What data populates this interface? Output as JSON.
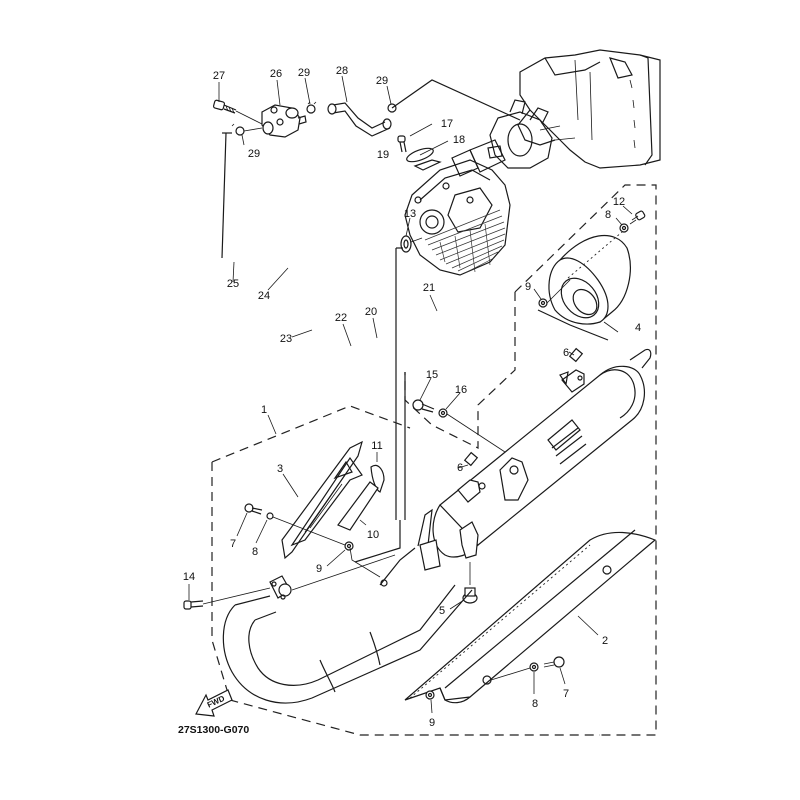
{
  "diagram": {
    "title": "Exhaust System Exploded Parts Diagram",
    "drawing_code": "27S1300-G070",
    "direction_marker": "FWD",
    "callouts": [
      {
        "id": "1",
        "part": "muffler-assembly-group"
      },
      {
        "id": "2",
        "part": "muffler-protector"
      },
      {
        "id": "3",
        "part": "exhaust-pipe-protector"
      },
      {
        "id": "4",
        "part": "muffler-end-cap"
      },
      {
        "id": "5",
        "part": "damper"
      },
      {
        "id": "6",
        "part": "collar"
      },
      {
        "id": "7",
        "part": "bolt"
      },
      {
        "id": "8",
        "part": "washer"
      },
      {
        "id": "9",
        "part": "nut"
      },
      {
        "id": "10",
        "part": "protector-pad"
      },
      {
        "id": "11",
        "part": "damper-pad"
      },
      {
        "id": "12",
        "part": "bolt"
      },
      {
        "id": "13",
        "part": "gasket"
      },
      {
        "id": "14",
        "part": "bolt"
      },
      {
        "id": "15",
        "part": "bolt"
      },
      {
        "id": "16",
        "part": "washer"
      },
      {
        "id": "17",
        "part": "gasket"
      },
      {
        "id": "18",
        "part": "reed-valve"
      },
      {
        "id": "19",
        "part": "bolt"
      },
      {
        "id": "20",
        "part": "hose"
      },
      {
        "id": "21",
        "part": "clamp"
      },
      {
        "id": "22",
        "part": "clamp"
      },
      {
        "id": "23",
        "part": "hose"
      },
      {
        "id": "24",
        "part": "clip"
      },
      {
        "id": "25",
        "part": "hose"
      },
      {
        "id": "26",
        "part": "air-induction-valve"
      },
      {
        "id": "27",
        "part": "bolt"
      },
      {
        "id": "28",
        "part": "hose"
      },
      {
        "id": "29",
        "part": "clip"
      }
    ],
    "labels": {
      "l27": "27",
      "l26": "26",
      "l29a": "29",
      "l28": "28",
      "l29b": "29",
      "l29c": "29",
      "l17": "17",
      "l18": "18",
      "l19": "19",
      "l13": "13",
      "l12": "12",
      "l8a": "8",
      "l9a": "9",
      "l4": "4",
      "l25": "25",
      "l24": "24",
      "l23": "23",
      "l22": "22",
      "l20": "20",
      "l21": "21",
      "l6a": "6",
      "l15": "15",
      "l16": "16",
      "l1": "1",
      "l11": "11",
      "l3": "3",
      "l6b": "6",
      "l7a": "7",
      "l8b": "8",
      "l10": "10",
      "l9b": "9",
      "l14": "14",
      "l5": "5",
      "l2": "2",
      "l7b": "7",
      "l8c": "8",
      "l9c": "9"
    }
  }
}
